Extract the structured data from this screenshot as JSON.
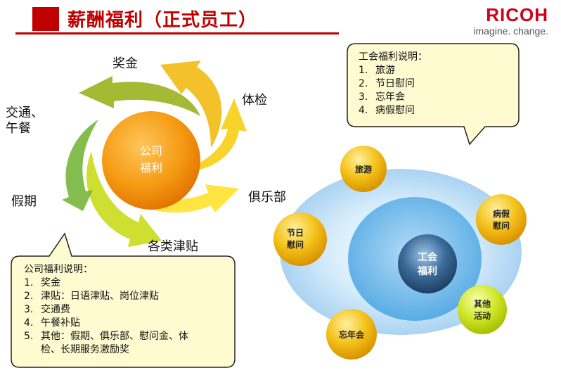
{
  "header": {
    "title": "薪酬福利（正式员工）",
    "logo_word": "RICOH",
    "logo_tagline": "imagine. change."
  },
  "cycle": {
    "center": [
      "公司",
      "福利"
    ],
    "labels": {
      "bonus": "奖金",
      "checkup": "体检",
      "club": "俱乐部",
      "allowance": "各类津贴",
      "holiday": "假期",
      "transport_1": "交通、",
      "transport_2": "午餐"
    }
  },
  "company_note": {
    "heading": "公司福利说明：",
    "items": [
      {
        "num": "1.",
        "text": "奖金"
      },
      {
        "num": "2.",
        "text": "津贴：日语津贴、岗位津贴"
      },
      {
        "num": "3.",
        "text": "交通费"
      },
      {
        "num": "4.",
        "text": "午餐补贴"
      },
      {
        "num": "5.",
        "text": "其他：假期、俱乐部、慰问金、体"
      },
      {
        "num": "",
        "text": "检、长期服务激励奖"
      }
    ]
  },
  "union_note": {
    "heading": "工会福利说明：",
    "items": [
      {
        "num": "1.",
        "text": "旅游"
      },
      {
        "num": "2.",
        "text": "节日慰问"
      },
      {
        "num": "3.",
        "text": "忘年会"
      },
      {
        "num": "4.",
        "text": "病假慰问"
      }
    ]
  },
  "union_diagram": {
    "center": [
      "工会",
      "福利"
    ],
    "nodes": {
      "travel": [
        "旅游"
      ],
      "festival": [
        "节日",
        "慰问"
      ],
      "sick": [
        "病假",
        "慰问"
      ],
      "yearend": [
        "忘年会"
      ],
      "other": [
        "其他",
        "活动"
      ]
    }
  },
  "colors": {
    "brand_red": "#c00000",
    "callout_fill": "#fffbd0",
    "node_gold": "#f2b705",
    "node_green": "#c8e21a",
    "center_orange": "#f08a00"
  }
}
